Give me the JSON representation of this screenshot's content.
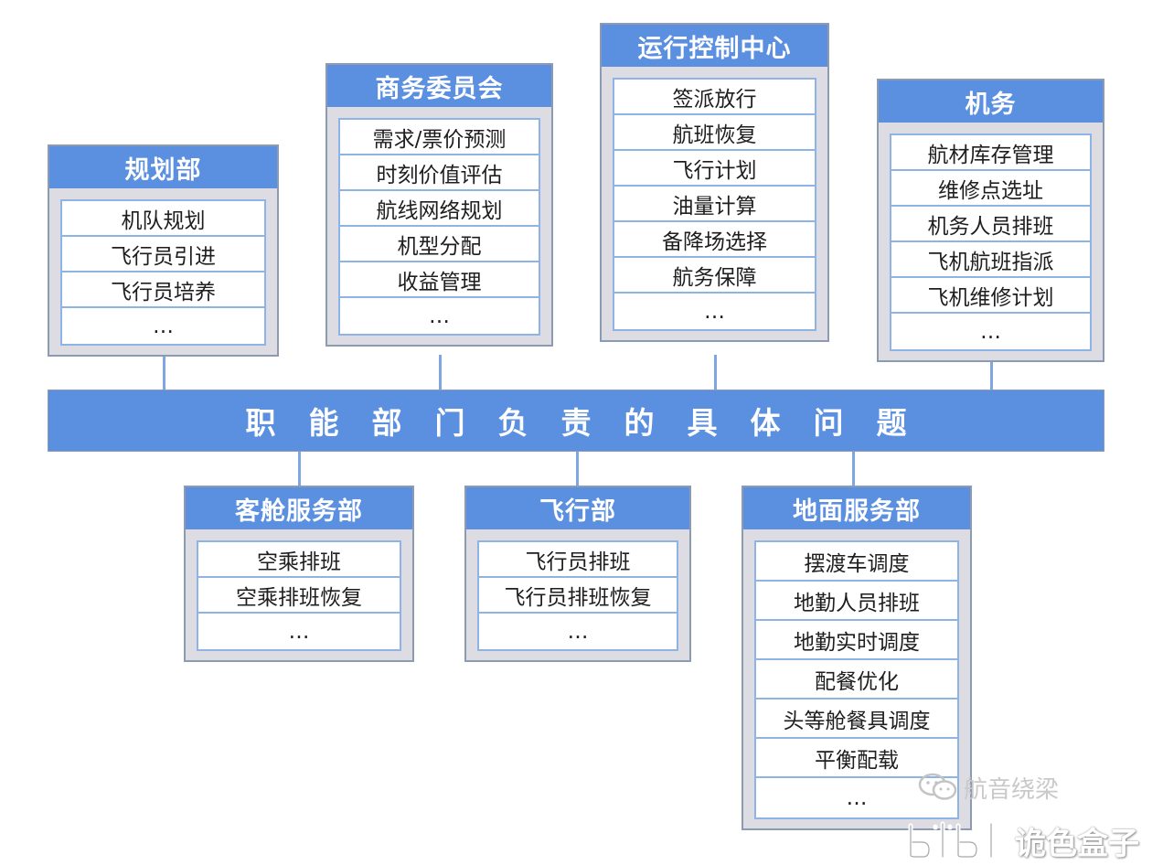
{
  "center_title": "职能部门负责的具体问题",
  "departments": [
    {
      "name": "规划部",
      "items": [
        "机队规划",
        "飞行员引进",
        "飞行员培养",
        "…"
      ]
    },
    {
      "name": "商务委员会",
      "items": [
        "需求/票价预测",
        "时刻价值评估",
        "航线网络规划",
        "机型分配",
        "收益管理",
        "…"
      ]
    },
    {
      "name": "运行控制中心",
      "items": [
        "签派放行",
        "航班恢复",
        "飞行计划",
        "油量计算",
        "备降场选择",
        "航务保障",
        "…"
      ]
    },
    {
      "name": "机务",
      "items": [
        "航材库存管理",
        "维修点选址",
        "机务人员排班",
        "飞机航班指派",
        "飞机维修计划",
        "…"
      ]
    },
    {
      "name": "客舱服务部",
      "items": [
        "空乘排班",
        "空乘排班恢复",
        "…"
      ]
    },
    {
      "name": "飞行部",
      "items": [
        "飞行员排班",
        "飞行员排班恢复",
        "…"
      ]
    },
    {
      "name": "地面服务部",
      "items": [
        "摆渡车调度",
        "地勤人员排班",
        "地勤实时调度",
        "配餐优化",
        "头等舱餐具调度",
        "平衡配载",
        "…"
      ]
    }
  ],
  "watermark": {
    "icon": "wechat-icon",
    "text": "航音绕梁"
  },
  "brand": {
    "logo": "bilibili-logo",
    "text": "诡色盒子"
  },
  "colors": {
    "header": "#5b8fe0",
    "panel": "#dcdce2",
    "cell_border": "#8eb3e6"
  }
}
